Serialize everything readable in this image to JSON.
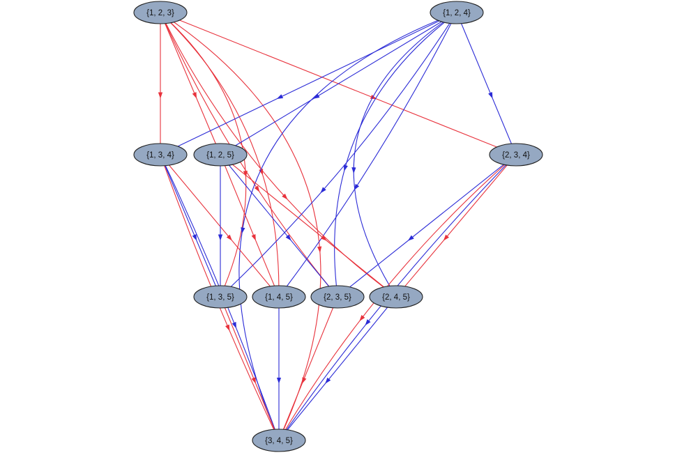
{
  "colors": {
    "red": "#e8323c",
    "blue": "#2b2bd6",
    "node_fill": "#95a8c2",
    "node_stroke": "#1f1f1f"
  },
  "nodes": [
    {
      "id": "n123",
      "label": "{1, 2, 3}"
    },
    {
      "id": "n124",
      "label": "{1, 2, 4}"
    },
    {
      "id": "n134",
      "label": "{1, 3, 4}"
    },
    {
      "id": "n125",
      "label": "{1, 2, 5}"
    },
    {
      "id": "n234",
      "label": "{2, 3, 4}"
    },
    {
      "id": "n135",
      "label": "{1, 3, 5}"
    },
    {
      "id": "n145",
      "label": "{1, 4, 5}"
    },
    {
      "id": "n235",
      "label": "{2, 3, 5}"
    },
    {
      "id": "n245",
      "label": "{2, 4, 5}"
    },
    {
      "id": "n345",
      "label": "{3, 4, 5}"
    }
  ],
  "edges": [
    {
      "from": "n123",
      "to": "n134",
      "color": "red"
    },
    {
      "from": "n123",
      "to": "n125",
      "color": "red"
    },
    {
      "from": "n123",
      "to": "n234",
      "color": "red"
    },
    {
      "from": "n123",
      "to": "n135",
      "color": "red"
    },
    {
      "from": "n123",
      "to": "n145",
      "color": "red"
    },
    {
      "from": "n123",
      "to": "n235",
      "color": "red"
    },
    {
      "from": "n123",
      "to": "n245",
      "color": "red"
    },
    {
      "from": "n123",
      "to": "n345",
      "color": "red"
    },
    {
      "from": "n124",
      "to": "n134",
      "color": "blue"
    },
    {
      "from": "n124",
      "to": "n125",
      "color": "blue"
    },
    {
      "from": "n124",
      "to": "n234",
      "color": "blue"
    },
    {
      "from": "n124",
      "to": "n135",
      "color": "blue"
    },
    {
      "from": "n124",
      "to": "n145",
      "color": "blue"
    },
    {
      "from": "n124",
      "to": "n235",
      "color": "blue"
    },
    {
      "from": "n124",
      "to": "n245",
      "color": "blue"
    },
    {
      "from": "n124",
      "to": "n345",
      "color": "blue"
    },
    {
      "from": "n134",
      "to": "n135",
      "color": "blue"
    },
    {
      "from": "n134",
      "to": "n145",
      "color": "red"
    },
    {
      "from": "n134",
      "to": "n345",
      "color": "blue"
    },
    {
      "from": "n134",
      "to": "n345",
      "color": "red"
    },
    {
      "from": "n125",
      "to": "n135",
      "color": "blue"
    },
    {
      "from": "n125",
      "to": "n145",
      "color": "red"
    },
    {
      "from": "n125",
      "to": "n235",
      "color": "blue"
    },
    {
      "from": "n125",
      "to": "n245",
      "color": "red"
    },
    {
      "from": "n234",
      "to": "n235",
      "color": "blue"
    },
    {
      "from": "n234",
      "to": "n245",
      "color": "red"
    },
    {
      "from": "n234",
      "to": "n345",
      "color": "blue"
    },
    {
      "from": "n234",
      "to": "n345",
      "color": "red"
    },
    {
      "from": "n135",
      "to": "n345",
      "color": "red"
    },
    {
      "from": "n145",
      "to": "n345",
      "color": "blue"
    },
    {
      "from": "n235",
      "to": "n345",
      "color": "red"
    },
    {
      "from": "n245",
      "to": "n345",
      "color": "blue"
    }
  ]
}
